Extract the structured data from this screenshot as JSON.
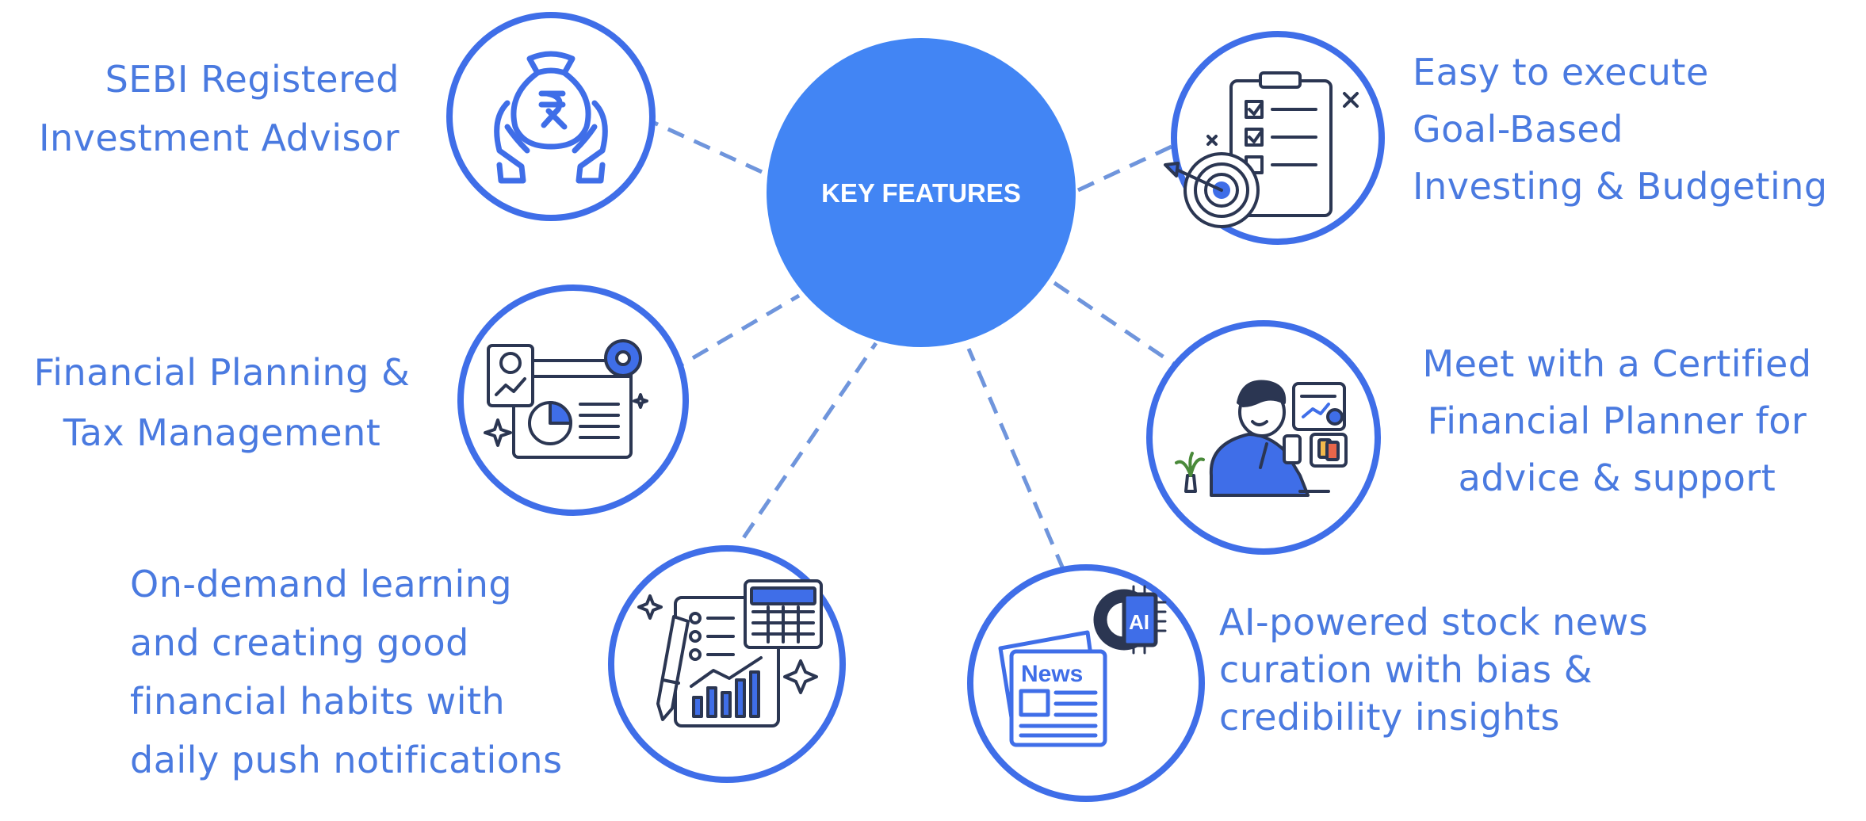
{
  "hub": {
    "title": "KEY FEATURES"
  },
  "colors": {
    "hub": "#4285f4",
    "ring": "#3f6ee8",
    "dash": "#6f95dc",
    "text": "#4a7ae0",
    "icon_stroke": "#2b3652",
    "icon_fill": "#3f6ee8"
  },
  "features": [
    {
      "icon": "hands-money-bag-icon",
      "lines": [
        "SEBI Registered",
        "Investment Advisor"
      ]
    },
    {
      "icon": "clipboard-target-icon",
      "lines": [
        "Easy to execute",
        "Goal-Based",
        "Investing & Budgeting"
      ]
    },
    {
      "icon": "dashboard-chart-icon",
      "lines": [
        "Financial Planning &",
        "Tax Management"
      ]
    },
    {
      "icon": "planner-person-icon",
      "lines": [
        "Meet with a Certified",
        "Financial Planner for",
        "advice & support"
      ]
    },
    {
      "icon": "calculator-chart-icon",
      "lines": [
        "On-demand learning",
        "and creating good",
        "financial habits with",
        "daily push notifications"
      ]
    },
    {
      "icon": "ai-news-icon",
      "lines": [
        "AI-powered stock news",
        "curation with bias &",
        "credibility insights"
      ]
    }
  ],
  "news_icon": {
    "badge": "News",
    "chip": "AI"
  }
}
